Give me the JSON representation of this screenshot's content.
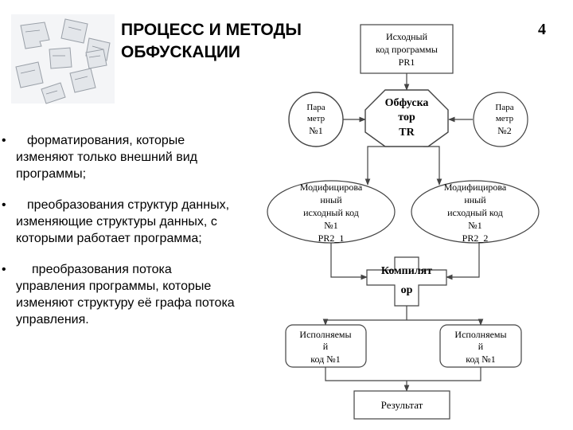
{
  "slide": {
    "title_line1": "ПРОЦЕСС  И МЕТОДЫ",
    "title_line2": "ОБФУСКАЦИИ",
    "page_number": "4"
  },
  "bullets": [
    {
      "lines": [
        "форматирования, которые",
        "изменяют только внешний вид",
        "программы;"
      ]
    },
    {
      "lines": [
        "преобразования структур данных,",
        "изменяющие структуры данных, с",
        "которыми работает программа;"
      ]
    },
    {
      "lines": [
        "преобразования потока",
        "управления программы, которые",
        "изменяют структуру её графа потока",
        "управления."
      ]
    }
  ],
  "diagram": {
    "source_code": [
      "Исходный",
      "код программы",
      "PR1"
    ],
    "obfuscator": [
      "Обфуска",
      "тор",
      "TR"
    ],
    "param1": [
      "Пара",
      "метр",
      "№1"
    ],
    "param2": [
      "Пара",
      "метр",
      "№2"
    ],
    "modified1": [
      "Модифицирова",
      "нный",
      "исходный код",
      "№1",
      "PR2_1"
    ],
    "modified2": [
      "Модифицирова",
      "нный",
      "исходный код",
      "№1",
      "PR2_2"
    ],
    "compiler": [
      "Компилят",
      "ор"
    ],
    "exec1": [
      "Исполняемы",
      "й",
      "код №1"
    ],
    "exec2": [
      "Исполняемы",
      "й",
      "код №1"
    ],
    "result": "Результат"
  },
  "colors": {
    "line": "#444444",
    "text": "#000000"
  }
}
